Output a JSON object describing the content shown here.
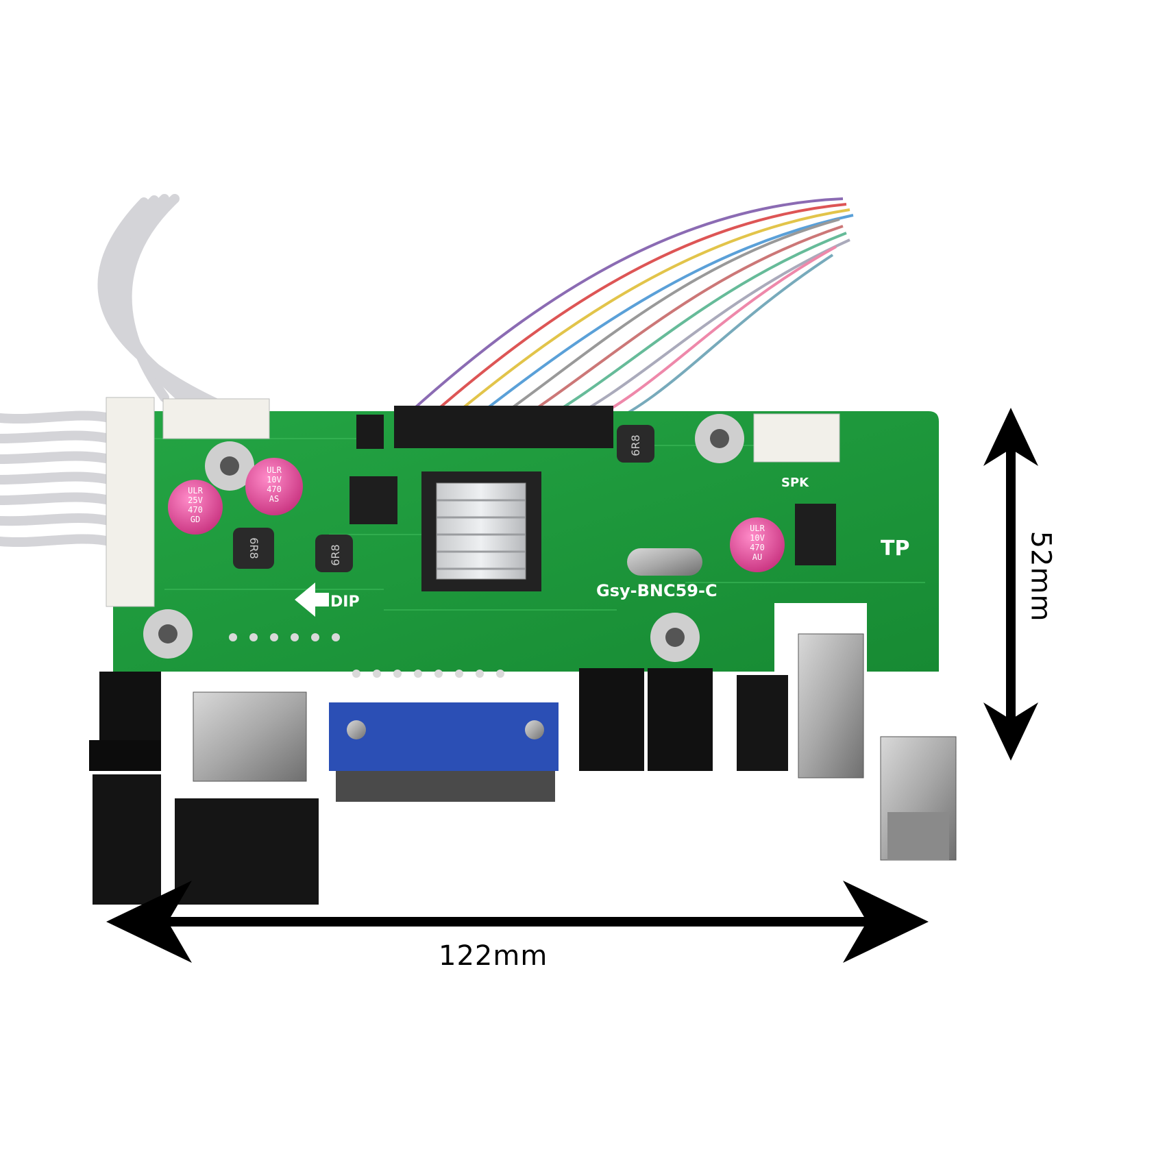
{
  "photo": {
    "board_model": "Gsy-BNC59-C",
    "silk_dip": "DIP",
    "silk_spk": "SPK",
    "silk_tp": "TP",
    "inductor_text": "6R8",
    "capacitor_labels": [
      [
        "ULR",
        "10V",
        "470",
        "AS"
      ],
      [
        "ULR",
        "25V",
        "470",
        "GD"
      ],
      [
        "ULR",
        "10V",
        "470",
        "AU"
      ]
    ]
  },
  "dimensions": {
    "width": "122mm",
    "height": "52mm"
  },
  "colors": {
    "pcb_green": "#1f9a3c",
    "vga_blue": "#2b4fb5",
    "capacitor_pink": "#e0459a",
    "arrow": "#000000"
  }
}
